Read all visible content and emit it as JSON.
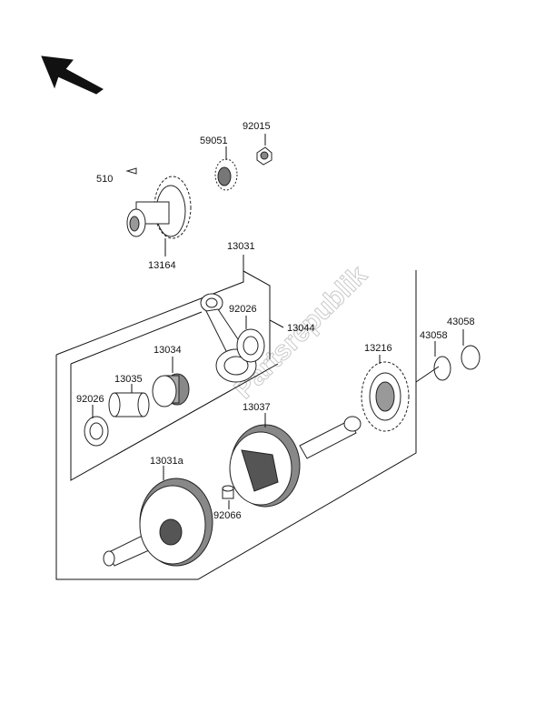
{
  "watermark": "Partsrepublik",
  "icons": {
    "direction": "front-arrow-icon"
  },
  "colors": {
    "line": "#111111",
    "fill": "#ffffff",
    "shade": "#9a9a9a",
    "dark": "#555555",
    "watermark": "#c9c9c9"
  },
  "parts": [
    {
      "id": "92015",
      "label": "92015"
    },
    {
      "id": "59051",
      "label": "59051"
    },
    {
      "id": "510",
      "label": "510"
    },
    {
      "id": "13164",
      "label": "13164"
    },
    {
      "id": "13031",
      "label": "13031"
    },
    {
      "id": "92026a",
      "label": "92026"
    },
    {
      "id": "13044",
      "label": "13044"
    },
    {
      "id": "43058b",
      "label": "43058"
    },
    {
      "id": "43058a",
      "label": "43058"
    },
    {
      "id": "13216",
      "label": "13216"
    },
    {
      "id": "13034",
      "label": "13034"
    },
    {
      "id": "13035",
      "label": "13035"
    },
    {
      "id": "92026b",
      "label": "92026"
    },
    {
      "id": "13037",
      "label": "13037"
    },
    {
      "id": "13031a",
      "label": "13031a"
    },
    {
      "id": "92066",
      "label": "92066"
    }
  ]
}
